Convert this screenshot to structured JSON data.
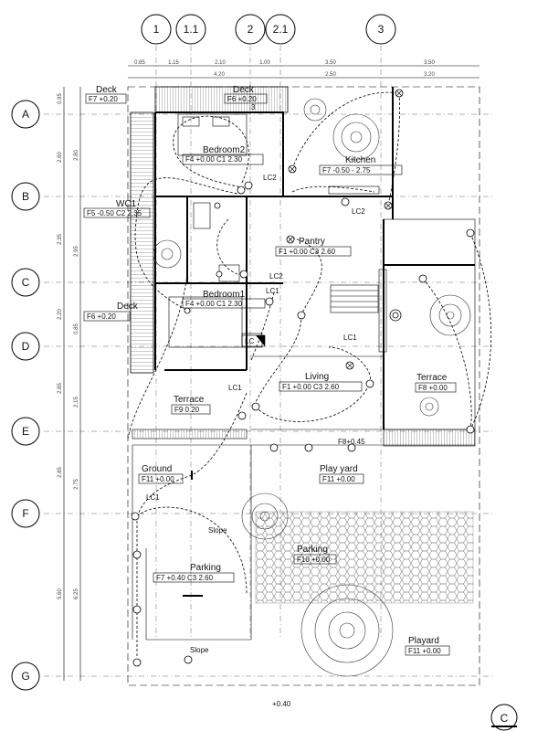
{
  "grid_columns": [
    "1",
    "1.1",
    "2",
    "2.1",
    "3"
  ],
  "grid_rows": [
    "A",
    "B",
    "C",
    "D",
    "E",
    "F",
    "G"
  ],
  "section_marker": "C",
  "top_dims_row1": [
    "0.85",
    "1.15",
    "2.10",
    "1.00",
    "3.50",
    "3.50"
  ],
  "top_dims_row2": [
    "4.20",
    "2.50",
    "3.20"
  ],
  "left_dims_col1": [
    "0.95",
    "2.60",
    "2.35",
    "2.20",
    "2.85",
    "2.85",
    "5.60"
  ],
  "left_dims_col2": [
    "2.80",
    "2.95",
    "0.85",
    "2.15",
    "2.75",
    "6.25"
  ],
  "rooms": [
    {
      "name": "Deck",
      "code": "F7 +0.20"
    },
    {
      "name": "Deck",
      "code": "F6 +0.20"
    },
    {
      "name": "Bedroom2",
      "code": "F4 +0.00  C1   2.30"
    },
    {
      "name": "Kitchen",
      "code": "F7 -0.50  -    2.75"
    },
    {
      "name": "WC1",
      "code": "F5 -0.50 C2  2.35"
    },
    {
      "name": "Pantry",
      "code": "F1 +0.00 C3   2.60"
    },
    {
      "name": "Bedroom1",
      "code": "F4 +0.00  C1   2.30"
    },
    {
      "name": "Deck",
      "code": "F6 +0.20"
    },
    {
      "name": "Living",
      "code": "F1 +0.00  C3   2.60"
    },
    {
      "name": "Terrace",
      "code": "F8 +0.00"
    },
    {
      "name": "Terrace",
      "code": "F9  0.20"
    },
    {
      "name": "Ground",
      "code": "F11 +0.00"
    },
    {
      "name": "Play yard",
      "code": "F11 +0.00"
    },
    {
      "name": "Parking",
      "code": "F10 +0.00"
    },
    {
      "name": "Parking",
      "code": "F7 +0.40  C3   2.60"
    },
    {
      "name": "Playard",
      "code": "F11 +0.00"
    }
  ],
  "annotations": {
    "level_line": "F8+0.45",
    "slope_upper": "Slope",
    "slope_lower": "Slope",
    "bottom_level": "+0.40",
    "small_3": "3",
    "lc": "LC"
  },
  "circuit_labels": [
    "LC2",
    "LC2",
    "LC2",
    "LC1",
    "LC1",
    "LC1",
    "LC1"
  ]
}
